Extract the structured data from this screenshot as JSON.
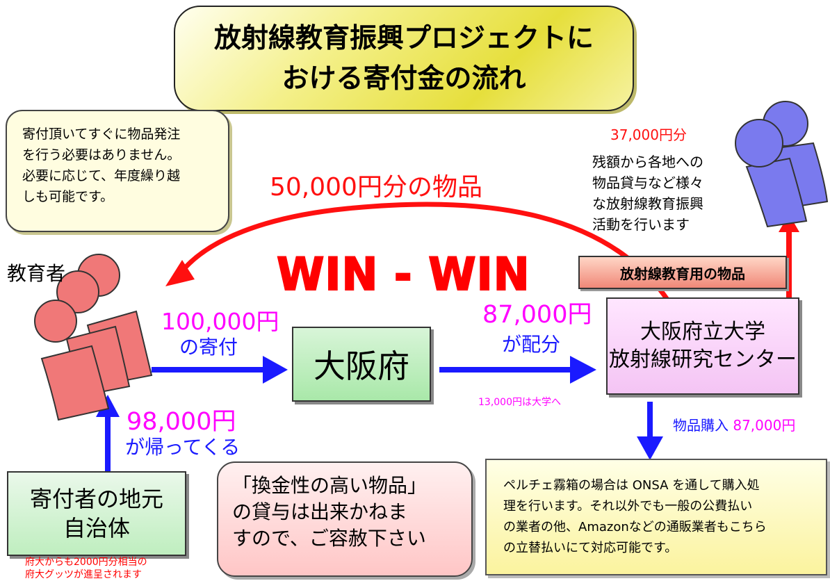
{
  "title": {
    "line1": "放射線教育振興プロジェクトに",
    "line2": "おける寄付金の流れ"
  },
  "note": {
    "lines": [
      "寄付頂いてすぐに物品発注",
      "を行う必要はありません。",
      "必要に応じて、年度繰り越",
      "しも可能です。"
    ]
  },
  "goods_label": "50,000円分の物品",
  "win_label": "WIN - WIN",
  "educator_label": "教育者",
  "donation": {
    "amount": "100,000円",
    "label": "の寄付"
  },
  "osaka_label": "大阪府",
  "allocation": {
    "amount": "87,000円",
    "label": "が配分",
    "university_share": "13,000円は大学へ"
  },
  "university": {
    "line1": "大阪府立大学",
    "line2": "放射線研究センター"
  },
  "banner_label": "放射線教育用の物品",
  "remainder": {
    "amount": "37,000円分",
    "lines": [
      "残額から各地への",
      "物品貸与など様々",
      "な放射線教育振興",
      "活動を行います"
    ]
  },
  "purchase": {
    "label": "物品購入",
    "amount": "87,000円"
  },
  "return": {
    "amount": "98,000円",
    "label": "が帰ってくる"
  },
  "local_gov": {
    "line1": "寄付者の地元",
    "line2": "自治体",
    "note_line1": "府大からも2000円分相当の",
    "note_line2": "府大グッツが進呈されます"
  },
  "warning": {
    "lines": [
      "「換金性の高い物品」",
      "の貸与は出来かねま",
      "すので、ご容赦下さい"
    ]
  },
  "onsa_note": {
    "lines": [
      "ペルチェ霧箱の場合は ONSA を通して購入処",
      "理を行います。それ以外でも一般の公費払い",
      "の業者の他、Amazonなどの通販業者もこちら",
      "の立替払いにて対応可能です。"
    ]
  },
  "colors": {
    "red": "#ff1010",
    "blue": "#1a1aff",
    "magenta": "#ff00ff",
    "person_red": "#f07878",
    "person_blue": "#7a7aee"
  }
}
